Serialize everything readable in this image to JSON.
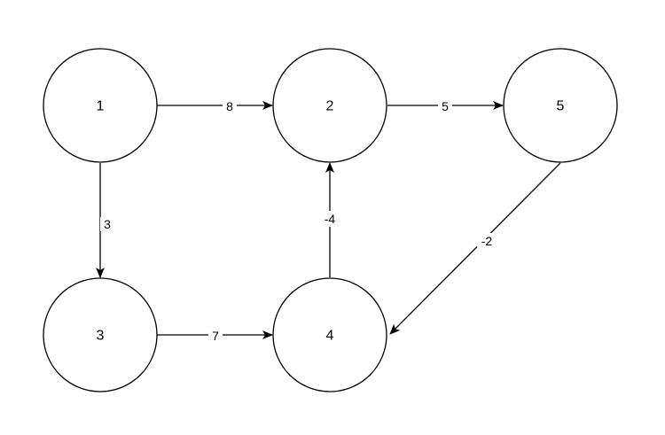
{
  "graph": {
    "nodes": [
      {
        "id": "1",
        "label": "1"
      },
      {
        "id": "2",
        "label": "2"
      },
      {
        "id": "5",
        "label": "5"
      },
      {
        "id": "3",
        "label": "3"
      },
      {
        "id": "4",
        "label": "4"
      }
    ],
    "edges": [
      {
        "from": "1",
        "to": "2",
        "label": "8"
      },
      {
        "from": "2",
        "to": "5",
        "label": "5"
      },
      {
        "from": "1",
        "to": "3",
        "label": "3"
      },
      {
        "from": "4",
        "to": "2",
        "label": "-4"
      },
      {
        "from": "5",
        "to": "4",
        "label": "-2"
      },
      {
        "from": "3",
        "to": "4",
        "label": "7"
      }
    ]
  }
}
